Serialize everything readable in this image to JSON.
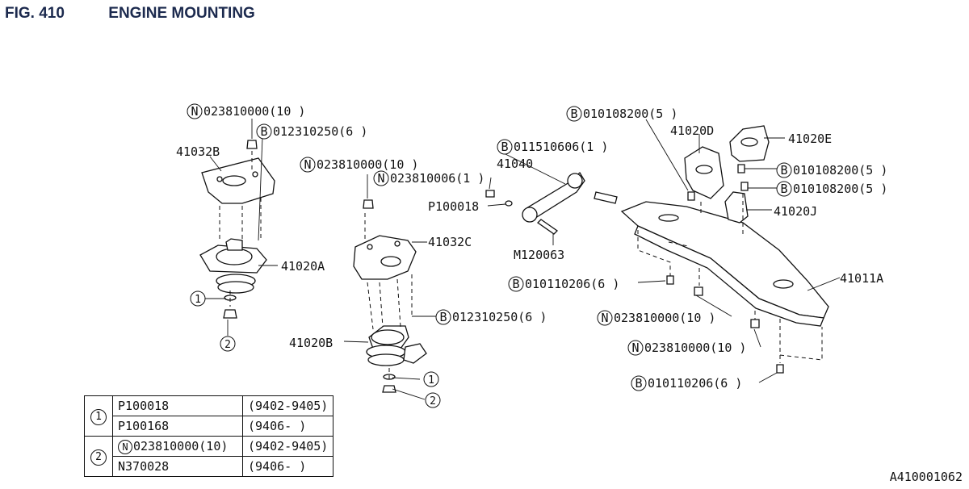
{
  "header": {
    "fig": "FIG. 410",
    "title": "ENGINE MOUNTING"
  },
  "catalog_number": "A410001062",
  "callouts": [
    {
      "id": "n1",
      "prefix": "N",
      "text": "023810000(10 )"
    },
    {
      "id": "b1",
      "prefix": "B",
      "text": "012310250(6 )"
    },
    {
      "id": "p1",
      "prefix": "",
      "text": "41032B"
    },
    {
      "id": "p2",
      "prefix": "",
      "text": "41020A"
    },
    {
      "id": "n2",
      "prefix": "N",
      "text": "023810000(10 )"
    },
    {
      "id": "n3",
      "prefix": "N",
      "text": "023810006(1 )"
    },
    {
      "id": "b2",
      "prefix": "B",
      "text": "011510606(1 )"
    },
    {
      "id": "p3",
      "prefix": "",
      "text": "41040"
    },
    {
      "id": "p4",
      "prefix": "",
      "text": "P100018"
    },
    {
      "id": "p5",
      "prefix": "",
      "text": "M120063"
    },
    {
      "id": "p6",
      "prefix": "",
      "text": "41032C"
    },
    {
      "id": "b3",
      "prefix": "B",
      "text": "012310250(6 )"
    },
    {
      "id": "p7",
      "prefix": "",
      "text": "41020B"
    },
    {
      "id": "b4",
      "prefix": "B",
      "text": "010108200(5 )"
    },
    {
      "id": "p8",
      "prefix": "",
      "text": "41020D"
    },
    {
      "id": "p9",
      "prefix": "",
      "text": "41020E"
    },
    {
      "id": "b5",
      "prefix": "B",
      "text": "010108200(5 )"
    },
    {
      "id": "b6",
      "prefix": "B",
      "text": "010108200(5 )"
    },
    {
      "id": "p10",
      "prefix": "",
      "text": "41020J"
    },
    {
      "id": "p11",
      "prefix": "",
      "text": "41011A"
    },
    {
      "id": "b7",
      "prefix": "B",
      "text": "010110206(6 )"
    },
    {
      "id": "n4",
      "prefix": "N",
      "text": "023810000(10 )"
    },
    {
      "id": "n5",
      "prefix": "N",
      "text": "023810000(10 )"
    },
    {
      "id": "b8",
      "prefix": "B",
      "text": "010110206(6 )"
    }
  ],
  "ref_markers": {
    "one": "1",
    "two": "2"
  },
  "codes_table": [
    {
      "ref": "1",
      "rows": [
        {
          "part": "P100018",
          "range": "(9402-9405)"
        },
        {
          "part": "P100168",
          "range": "(9406-    )"
        }
      ]
    },
    {
      "ref": "2",
      "rows": [
        {
          "prefix": "N",
          "part": "023810000(10)",
          "range": "(9402-9405)"
        },
        {
          "part": "N370028",
          "range": "(9406-    )"
        }
      ]
    }
  ]
}
